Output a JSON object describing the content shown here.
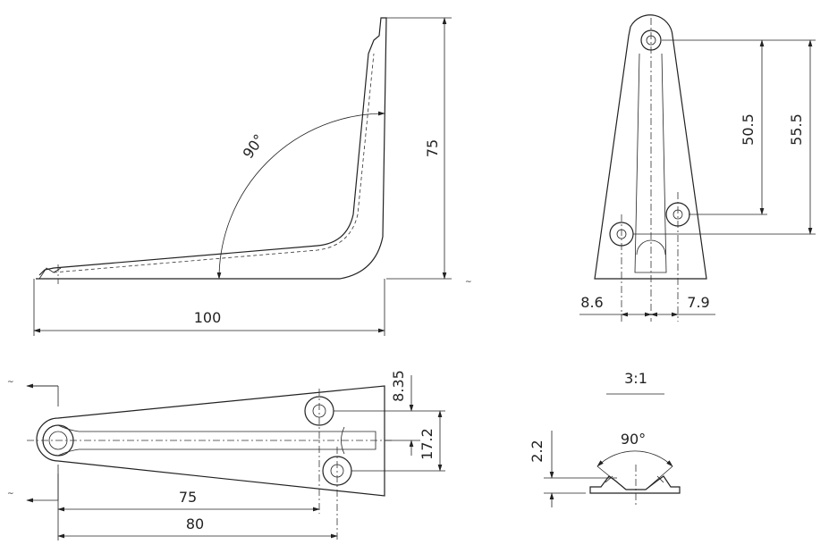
{
  "front_view": {
    "dim_height": "75",
    "dim_width": "100",
    "angle": "90°",
    "section_mark": "~"
  },
  "top_view": {
    "dim_hole1": "50.5",
    "dim_hole2": "55.5",
    "dim_left_offset": "8.6",
    "dim_right_offset": "7.9"
  },
  "plan_view": {
    "dim_75": "75",
    "dim_80": "80",
    "dim_8_35": "8.35",
    "dim_17_2": "17.2",
    "section_mark_top": "~",
    "section_mark_bottom": "~"
  },
  "detail_view": {
    "scale": "3:1",
    "dim_depth": "2.2",
    "angle": "90°"
  }
}
